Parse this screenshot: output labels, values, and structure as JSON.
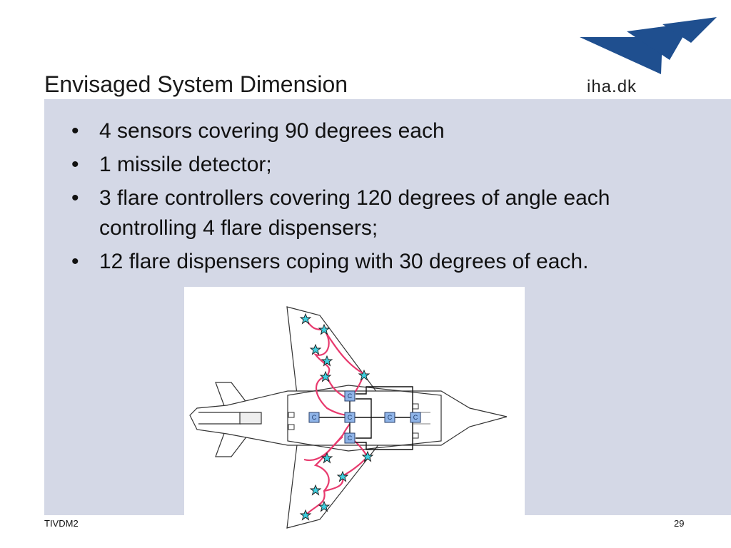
{
  "slide": {
    "title": "Envisaged System Dimension",
    "logo_text": "iha.dk",
    "bullets": [
      "4 sensors covering 90 degrees each",
      "1 missile detector;",
      "3 flare controllers covering 120 degrees of angle each controlling 4 flare dispensers;",
      "12 flare dispensers coping with 30 degrees of each."
    ],
    "bullet_glyph": "•",
    "controller_label": "C",
    "footer_left": "TIVDM2",
    "page_number": "29"
  },
  "colors": {
    "panel": "#d4d8e6",
    "logo_blue": "#1f4f8f",
    "star": "#3fd0e0",
    "wire": "#e83a6e",
    "controller": "#8fb4e8"
  },
  "icons": {
    "logo": "iha-wing-logo-icon",
    "dispenser": "star-icon",
    "controller": "controller-box-icon"
  }
}
